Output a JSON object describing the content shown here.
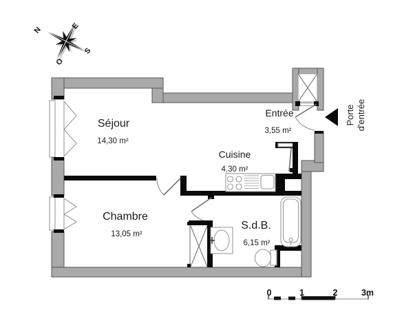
{
  "compass": {
    "north": "N",
    "east": "E",
    "south": "S",
    "west": "O"
  },
  "rooms": {
    "sejour": {
      "name": "Séjour",
      "area": "14,30 m²"
    },
    "chambre": {
      "name": "Chambre",
      "area": "13,05 m²"
    },
    "cuisine": {
      "name": "Cuisine",
      "area": "4,30 m²"
    },
    "sdb": {
      "name": "S.d.B.",
      "area": "6,15 m²"
    },
    "entree": {
      "name": "Entrée",
      "area": "3,55 m²"
    }
  },
  "entrance": {
    "label_line1": "Porte",
    "label_line2": "d'entrée"
  },
  "scale_bar": {
    "labels": [
      "0",
      "1",
      "2",
      "3m"
    ]
  },
  "icons": {
    "compass": "compass-rose-icon",
    "entrance_arrow": "entrance-arrow-icon",
    "fixtures": [
      "stove-icon",
      "kitchen-sink-icon",
      "bathtub-icon",
      "washbasin-icon",
      "toilet-icon",
      "closet-icon",
      "duct-shaft-icon",
      "window-icon",
      "door-swing-icon"
    ]
  },
  "colors": {
    "background": "#ffffff",
    "wall_fill": "#a9a9a9",
    "wall_stroke": "#555555",
    "partition": "#0a0a0a",
    "fixture_stroke": "#999999",
    "text": "#1a1a1a"
  }
}
